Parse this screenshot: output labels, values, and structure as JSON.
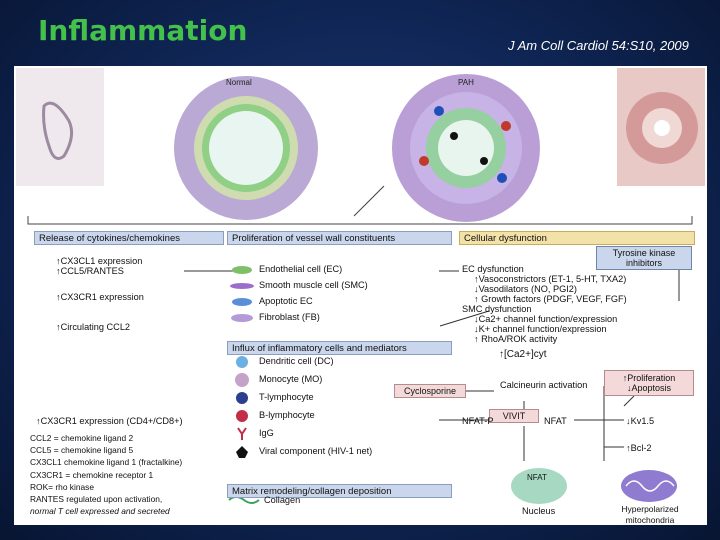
{
  "slide": {
    "title": "Inflammation",
    "citation": "J Am Coll Cardiol 54:S10, 2009"
  },
  "figure": {
    "panel_labels": {
      "normal": "Normal",
      "pah": "PAH"
    },
    "headers": {
      "cytokines": "Release of cytokines/chemokines",
      "proliferation": "Proliferation of vessel wall constituents",
      "cellular": "Cellular dysfunction",
      "influx": "Influx of inflammatory cells and mediators",
      "matrix": "Matrix remodeling/collagen deposition"
    },
    "cytokine_items": [
      "↑CX3CL1 expression",
      "↑CCL5/RANTES",
      "↑CX3CR1 expression",
      "↑Circulating CCL2",
      "↑CX3CR1 expression (CD4+/CD8+)"
    ],
    "cell_types": [
      "Endothelial cell (EC)",
      "Smooth muscle cell (SMC)",
      "Apoptotic EC",
      "Fibroblast (FB)"
    ],
    "inflammatory_cells": [
      "Dendritic cell (DC)",
      "Monocyte (MO)",
      "T-lymphocyte",
      "B-lymphocyte",
      "IgG",
      "Viral component (HIV-1 net)"
    ],
    "collagen_label": "Collagen",
    "ec_dysfunction": [
      "EC dysfunction",
      "↑Vasoconstrictors (ET-1, 5-HT, TXA2)",
      "↓Vasodilators (NO, PGI2)",
      "↑ Growth factors (PDGF, VEGF, FGF)"
    ],
    "smc_dysfunction": [
      "SMC dysfunction",
      "↓Ca2+ channel function/expression",
      "↓K+ channel function/expression",
      "↑ RhoA/ROK activity"
    ],
    "calcium": "↑[Ca2+]cyt",
    "tyrosine_kinase": "Tyrosine kinase inhibitors",
    "cyclosporine": "Cyclosporine",
    "calcineurin": "Calcineurin activation",
    "nfat_p": "NFAT-P",
    "nfat": "NFAT",
    "vivit": "VIVIT",
    "kv": "↓Kv1.5",
    "bcl": "↑Bcl-2",
    "prolif_apop": [
      "↑Proliferation",
      "↓Apoptosis"
    ],
    "nucleus_label": "Nucleus",
    "nfat_box": "NFAT",
    "mito_label": "Hyperpolarized mitochondria",
    "abbreviations": [
      "CCL2 = chemokine ligand 2",
      "CCL5 = chemokine ligand 5",
      "CX3CL1 chemokine ligand 1 (fractalkine)",
      "CX3CR1 = chemokine receptor 1",
      "ROK= rho kinase",
      "RANTES regulated upon activation,",
      "normal T cell expressed and secreted"
    ]
  },
  "colors": {
    "title_green": "#43c14b",
    "background_navy": "#0f2554",
    "header_blue": "#c9d6eb",
    "header_yellow": "#f2e2a8"
  }
}
